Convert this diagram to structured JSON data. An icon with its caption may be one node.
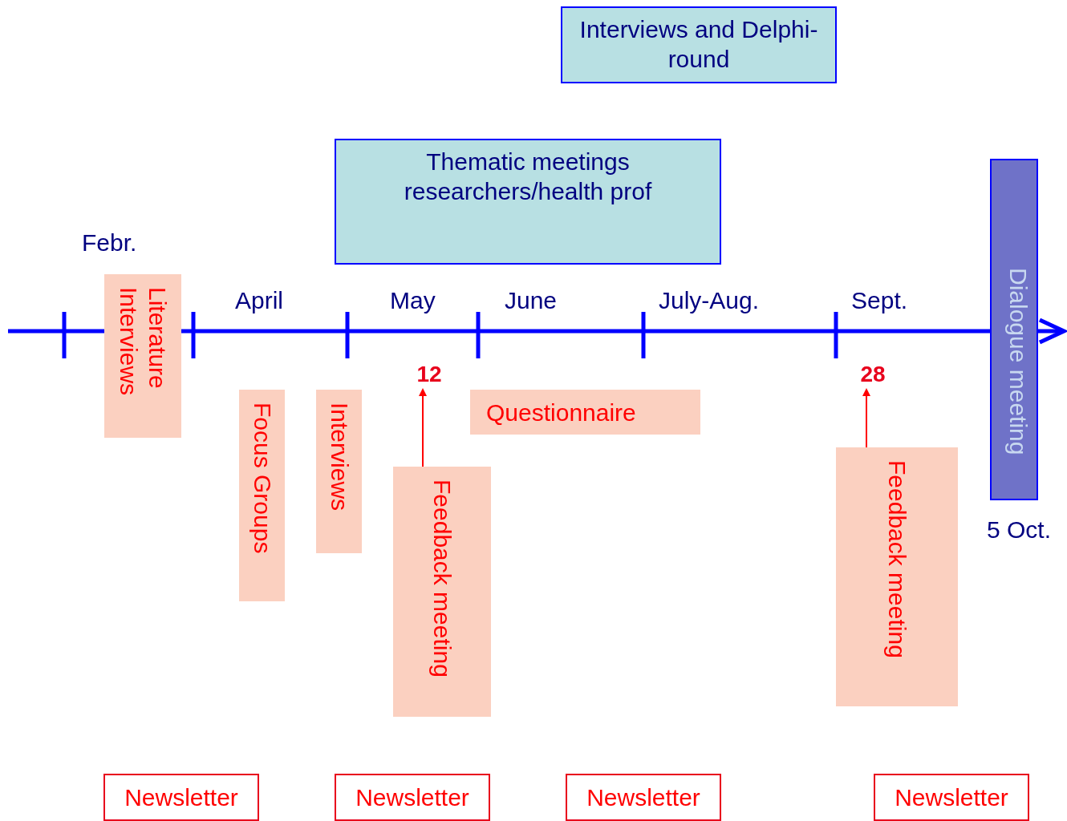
{
  "diagram": {
    "nodes": [
      {
        "text": [
          "Interviews and Delphi-round"
        ]
      },
      {
        "text": [
          "Thematic meetings researchers/health prof"
        ]
      },
      {
        "text": [
          "Dialogue meeting"
        ],
        "beside": [
          "5 Oct."
        ]
      },
      {
        "text": [
          "Literature Interviews"
        ]
      },
      {
        "text": [
          "Focus Groups"
        ]
      },
      {
        "text": [
          "Interviews"
        ]
      },
      {
        "text": [
          "12"
        ]
      },
      {
        "text": [
          "Questionnaire"
        ]
      },
      {
        "text": [
          "Feedback  meeting"
        ]
      },
      {
        "text": [
          "28"
        ]
      },
      {
        "text": [
          "Feedback meeting"
        ]
      },
      {
        "text": [
          "Newsletter"
        ]
      },
      {
        "text": [
          "Newsletter"
        ]
      },
      {
        "text": [
          "Newsletter"
        ]
      },
      {
        "text": [
          "Newsletter"
        ]
      }
    ],
    "edges": [
      {
        "from": 8,
        "to": 6,
        "arrow": "to"
      },
      {
        "from": 10,
        "to": 9,
        "arrow": "to"
      }
    ],
    "labels": [
      "Febr.",
      "April",
      "May",
      "June",
      "July-Aug.",
      "Sept."
    ]
  }
}
